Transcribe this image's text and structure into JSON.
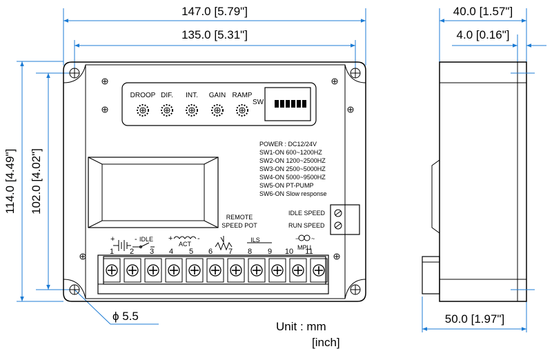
{
  "dimensions": {
    "overall_width": "147.0 [5.79\"]",
    "hole_spacing_width": "135.0 [5.31\"]",
    "overall_height": "114.0 [4.49\"]",
    "hole_spacing_height": "102.0 [4.02\"]",
    "side_depth": "40.0 [1.57\"]",
    "side_lip": "4.0 [0.16\"]",
    "side_base": "50.0 [1.97\"]",
    "hole_diameter": "ϕ 5.5"
  },
  "units": {
    "line1": "Unit : mm",
    "line2": "[inch]"
  },
  "potentiometers": [
    "DROOP",
    "DIF.",
    "INT.",
    "GAIN",
    "RAMP"
  ],
  "switch_label": "SW",
  "spec_table": [
    "POWER : DC12/24V",
    "SW1-ON   600~1200HZ",
    "SW2-ON  1200~2500HZ",
    "SW3-ON  2500~5000HZ",
    "SW4-ON  5000~9500HZ",
    "SW5-ON  PT-PUMP",
    "SW6-ON  Slow response"
  ],
  "speed_labels": {
    "idle": "IDLE SPEED",
    "run": "RUN SPEED"
  },
  "terminal_labels": {
    "idle": "IDLE",
    "act": "ACT",
    "remote": "REMOTE",
    "speed_pot": "SPEED POT",
    "ils": "ILS",
    "mpu": "MPU",
    "plus1": "+",
    "minus1": "-",
    "plus2": "+",
    "minus2": "-"
  },
  "terminal_numbers": [
    "1",
    "2",
    "3",
    "4",
    "5",
    "6",
    "7",
    "8",
    "9",
    "10",
    "11"
  ],
  "colors": {
    "dimension_line": "#1c7bd4",
    "outline": "#000000"
  }
}
